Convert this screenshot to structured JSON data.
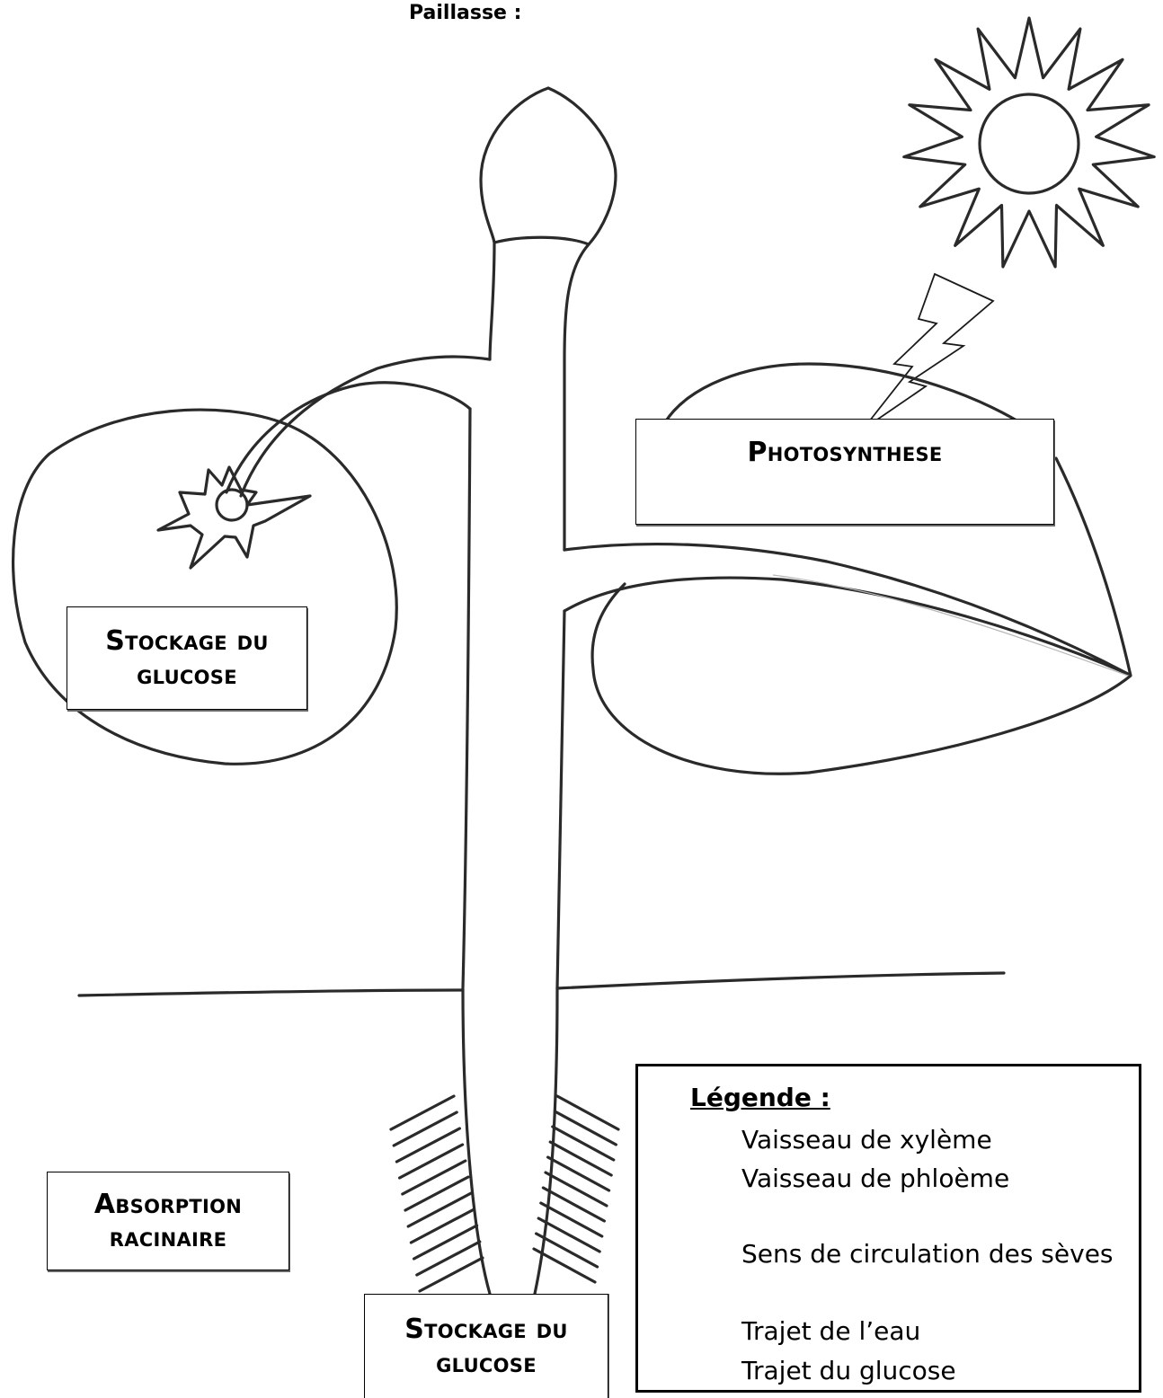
{
  "header": {
    "label": "Paillasse :"
  },
  "labels": {
    "photosynthese": "Photosynthese",
    "stockage_fruit_line1": "Stockage du",
    "stockage_fruit_line2": "glucose",
    "absorption_line1": "Absorption",
    "absorption_line2": "racinaire",
    "stockage_racine_line1": "Stockage du",
    "stockage_racine_line2": "glucose"
  },
  "legend": {
    "title": "Légende :",
    "items": [
      "Vaisseau de xylème",
      "Vaisseau de phloème",
      "Sens de circulation des sèves",
      "Trajet de l’eau",
      "Trajet du glucose"
    ]
  }
}
